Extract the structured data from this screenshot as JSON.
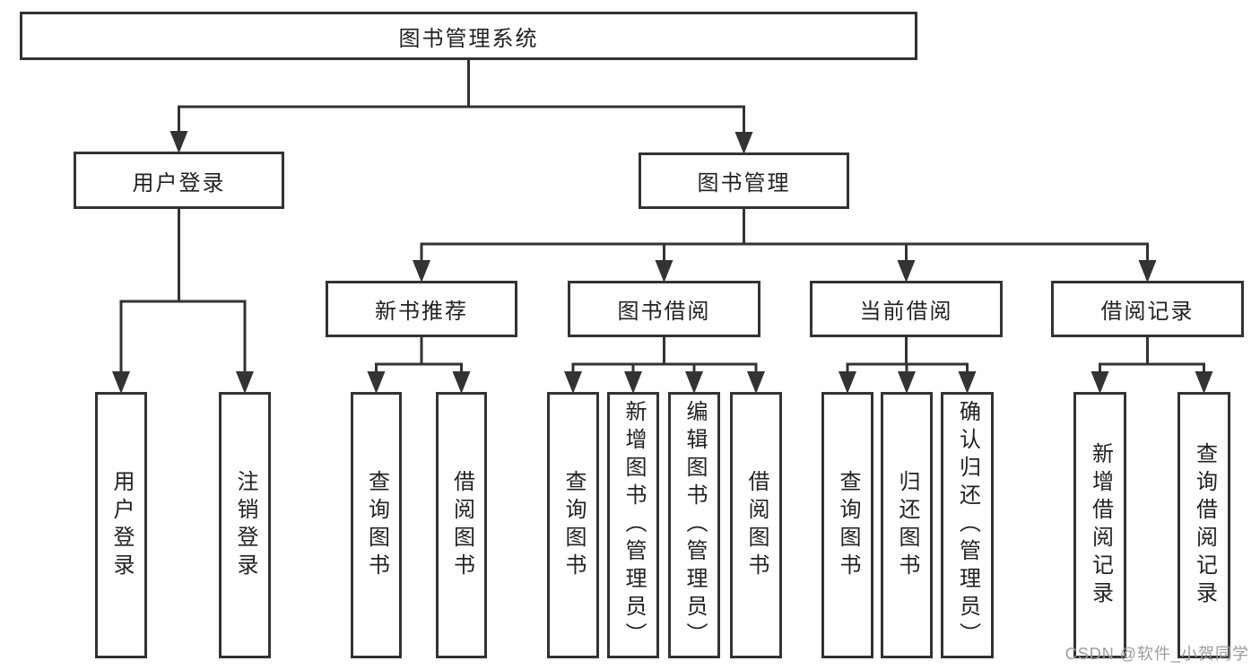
{
  "diagram": {
    "nodes": [
      {
        "id": "root",
        "label": "图书管理系统",
        "parent": null
      },
      {
        "id": "user-login",
        "label": "用户登录",
        "parent": "root"
      },
      {
        "id": "book-mgmt",
        "label": "图书管理",
        "parent": "root"
      },
      {
        "id": "new-book-rec",
        "label": "新书推荐",
        "parent": "book-mgmt"
      },
      {
        "id": "book-borrow",
        "label": "图书借阅",
        "parent": "book-mgmt"
      },
      {
        "id": "current-borrow",
        "label": "当前借阅",
        "parent": "book-mgmt"
      },
      {
        "id": "borrow-records",
        "label": "借阅记录",
        "parent": "book-mgmt"
      },
      {
        "id": "leaf-user-login",
        "label": "用户登录",
        "parent": "user-login"
      },
      {
        "id": "leaf-logout",
        "label": "注销登录",
        "parent": "user-login"
      },
      {
        "id": "leaf-newrec-query",
        "label": "查询图书",
        "parent": "new-book-rec"
      },
      {
        "id": "leaf-newrec-borrow",
        "label": "借阅图书",
        "parent": "new-book-rec"
      },
      {
        "id": "leaf-borrow-query",
        "label": "查询图书",
        "parent": "book-borrow"
      },
      {
        "id": "leaf-borrow-add",
        "label": "新增图书（管理员）",
        "parent": "book-borrow"
      },
      {
        "id": "leaf-borrow-edit",
        "label": "编辑图书（管理员）",
        "parent": "book-borrow"
      },
      {
        "id": "leaf-borrow-borrow",
        "label": "借阅图书",
        "parent": "book-borrow"
      },
      {
        "id": "leaf-current-query",
        "label": "查询图书",
        "parent": "current-borrow"
      },
      {
        "id": "leaf-current-return",
        "label": "归还图书",
        "parent": "current-borrow"
      },
      {
        "id": "leaf-current-confirm",
        "label": "确认归还（管理员）",
        "parent": "current-borrow"
      },
      {
        "id": "leaf-records-add",
        "label": "新增借阅记录",
        "parent": "borrow-records"
      },
      {
        "id": "leaf-records-query",
        "label": "查询借阅记录",
        "parent": "borrow-records"
      }
    ]
  },
  "watermark": {
    "text": "CSDN @软件_小贺同学"
  },
  "colors": {
    "line": "#333333",
    "box_border": "#333333",
    "text": "#222222",
    "watermark": "#9c9c9c",
    "background": "#ffffff"
  }
}
